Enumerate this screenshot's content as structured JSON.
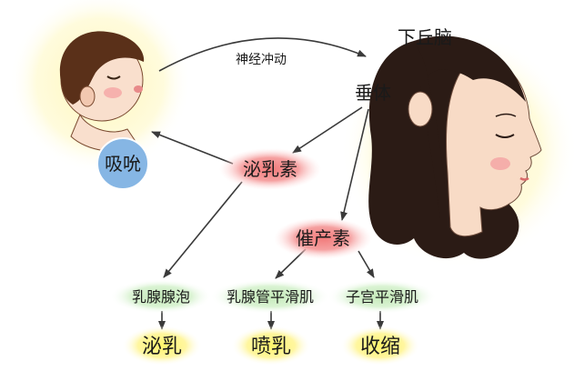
{
  "diagram": {
    "labels": {
      "hypothalamus": "下丘脑",
      "pituitary": "垂体",
      "nerve_impulse": "神经冲动"
    },
    "nodes": {
      "suckling": "吸吮",
      "prolactin": "泌乳素",
      "oxytocin": "催产素",
      "alveoli": "乳腺腺泡",
      "duct_smooth_muscle": "乳腺管平滑肌",
      "uterine_smooth_muscle": "子宫平滑肌",
      "lactation": "泌乳",
      "milk_ejection": "喷乳",
      "contraction": "收缩"
    },
    "illustrations": {
      "left": "baby-illustration",
      "right": "woman-illustration"
    }
  },
  "colors": {
    "glow_yellow": "#fff6b8",
    "hormone_pink": "#f27b7b",
    "target_green": "#c4eab9",
    "effect_yellow": "#fff36a",
    "suckling_blue": "#86b6e4",
    "arrow": "#3a3a3a",
    "hair": "#2b1b15",
    "skin": "#f8dbc6"
  }
}
